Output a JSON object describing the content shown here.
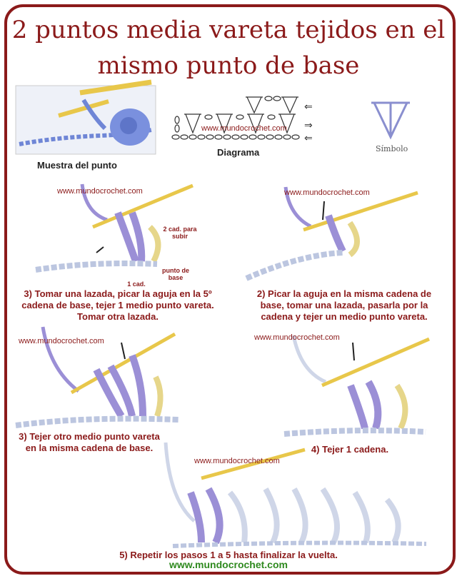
{
  "title_line1": "2 puntos media vareta tejidos en el",
  "title_line2": "mismo punto de base",
  "muestra_label": "Muestra del punto",
  "diagram_label": "Diagrama",
  "simbolo_label": "Símbolo",
  "watermark": "www.mundocrochet.com",
  "step3_label": "3) Tomar una lazada, picar la aguja en la 5º cadena de base, tejer 1 medio punto vareta. Tomar otra lazada.",
  "step2_label": "2) Picar la aguja en la misma cadena de base, tomar una lazada, pasarla por la cadena y tejer un medio punto vareta.",
  "step3b_label": "3) Tejer otro medio punto vareta en la misma cadena de base.",
  "step4_label": "4) Tejer 1 cadena.",
  "step5_label": "5) Repetir los pasos 1 a 5 hasta finalizar la vuelta.",
  "note_2cad": "2 cad. para subir",
  "note_punto_base": "punto de base",
  "note_1cad": "1 cad.",
  "footer": "www.mundocrochet.com",
  "colors": {
    "frame": "#8b1a1a",
    "yarn_purple": "#9b8fd6",
    "yarn_blue": "#6f86d6",
    "hook": "#e8c74a",
    "footer_green": "#2f8a1f"
  }
}
